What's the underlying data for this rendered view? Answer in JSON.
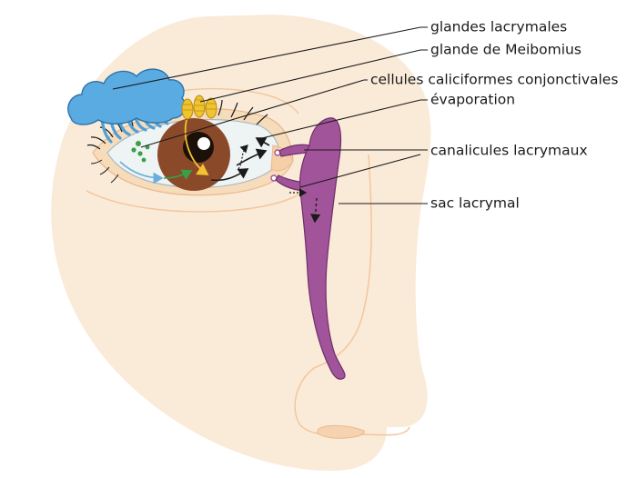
{
  "labels": {
    "lacrimal_glands": "glandes lacrymales",
    "meibomian_gland": "glande de Meibomius",
    "goblet_cells": "cellules caliciformes conjonctivales",
    "evaporation": "évaporation",
    "canaliculi": "canalicules lacrymaux",
    "lacrimal_sac": "sac lacrymal"
  },
  "colors": {
    "skin": "#faead8",
    "skin_outline": "#f2c69c",
    "lacrimal_gland": "#5aabe2",
    "meibomian": "#f0c330",
    "iris": "#8a4a2a",
    "sclera": "#eef3f4",
    "lacrimal_duct": "#a2549a",
    "goblet_cells": "#3aa048",
    "tear_flow_arrow": "#6aaedc",
    "goblet_arrow": "#3aa048",
    "meibomian_arrow": "#e8b520"
  }
}
